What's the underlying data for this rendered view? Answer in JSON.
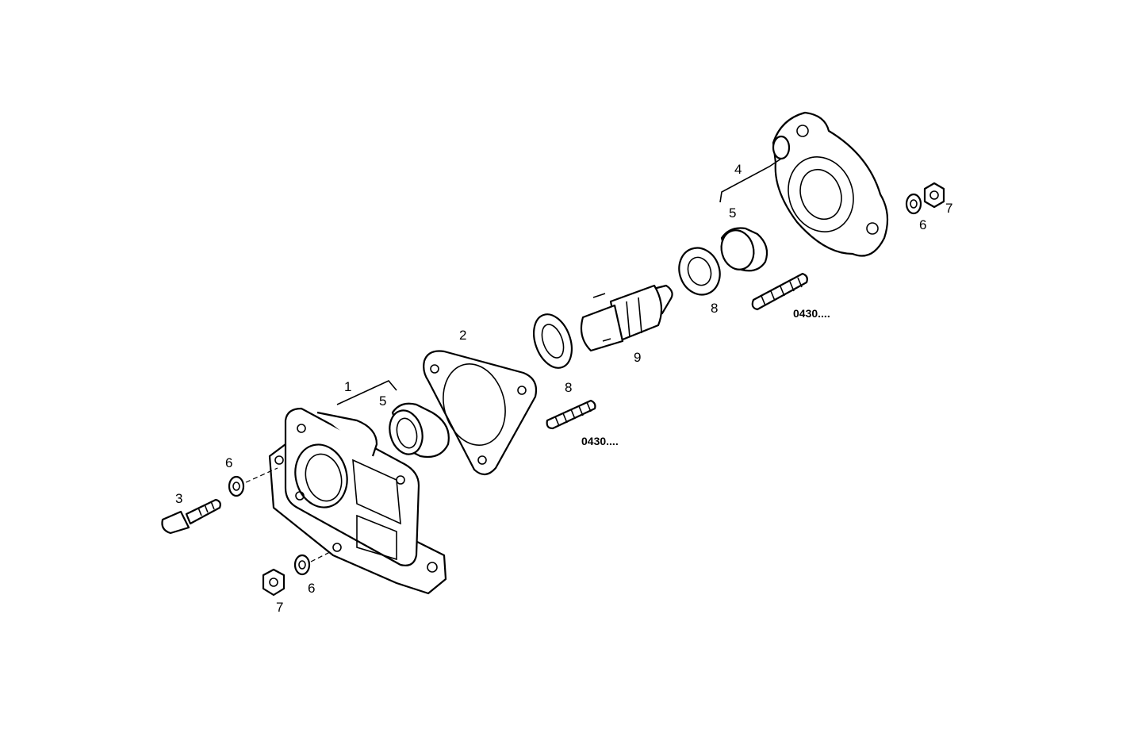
{
  "diagram": {
    "labels": {
      "housing_front": "1",
      "gasket": "2",
      "bolt": "3",
      "cover_rear": "4",
      "bushing_front": "5",
      "bushing_rear": "5",
      "washer_front_top": "6",
      "washer_front_bottom": "6",
      "washer_rear": "6",
      "nut_front": "7",
      "nut_rear": "7",
      "seal_front": "8",
      "seal_rear": "8",
      "gear_shaft": "9",
      "stud_front_code": "0430....",
      "stud_rear_code": "0430...."
    }
  }
}
